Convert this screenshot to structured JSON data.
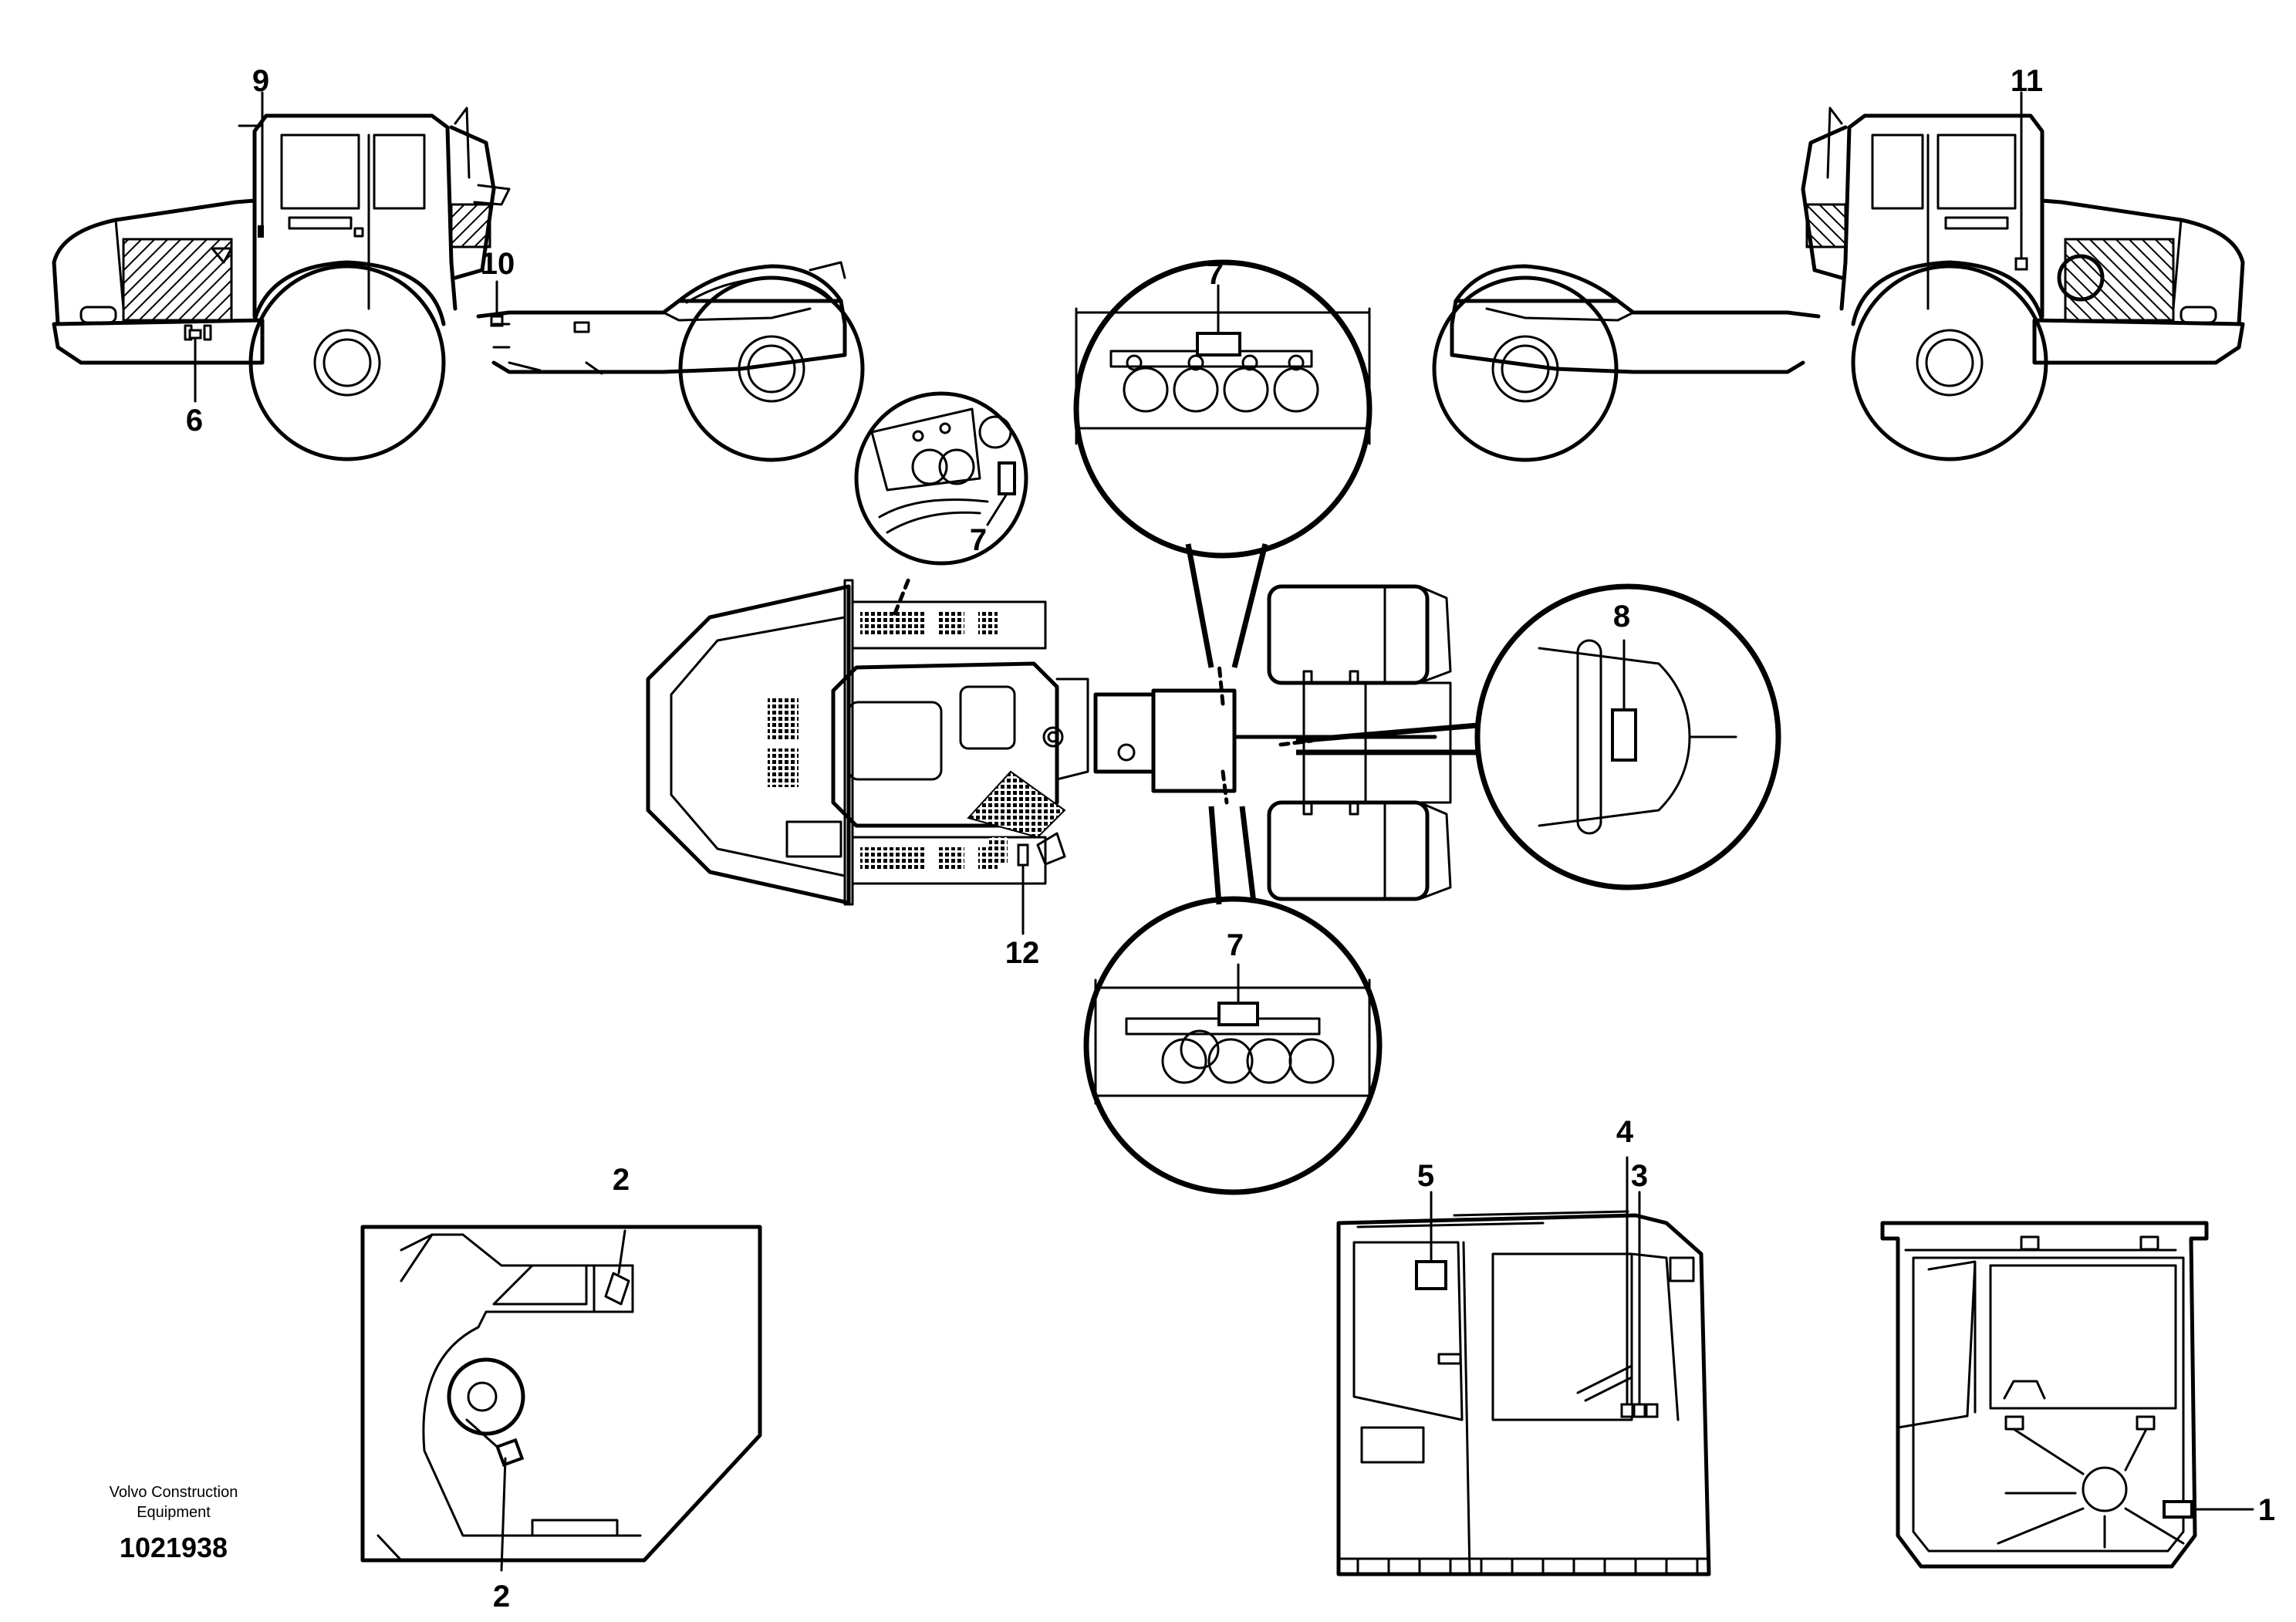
{
  "callouts": {
    "c1": "1",
    "c2a": "2",
    "c2b": "2",
    "c3": "3",
    "c4": "4",
    "c5": "5",
    "c6": "6",
    "c7a": "7",
    "c7b": "7",
    "c7c": "7",
    "c8": "8",
    "c9": "9",
    "c10": "10",
    "c11": "11",
    "c12": "12"
  },
  "footer": {
    "company_line1": "Volvo Construction",
    "company_line2": "Equipment",
    "drawing_number": "1021938"
  }
}
